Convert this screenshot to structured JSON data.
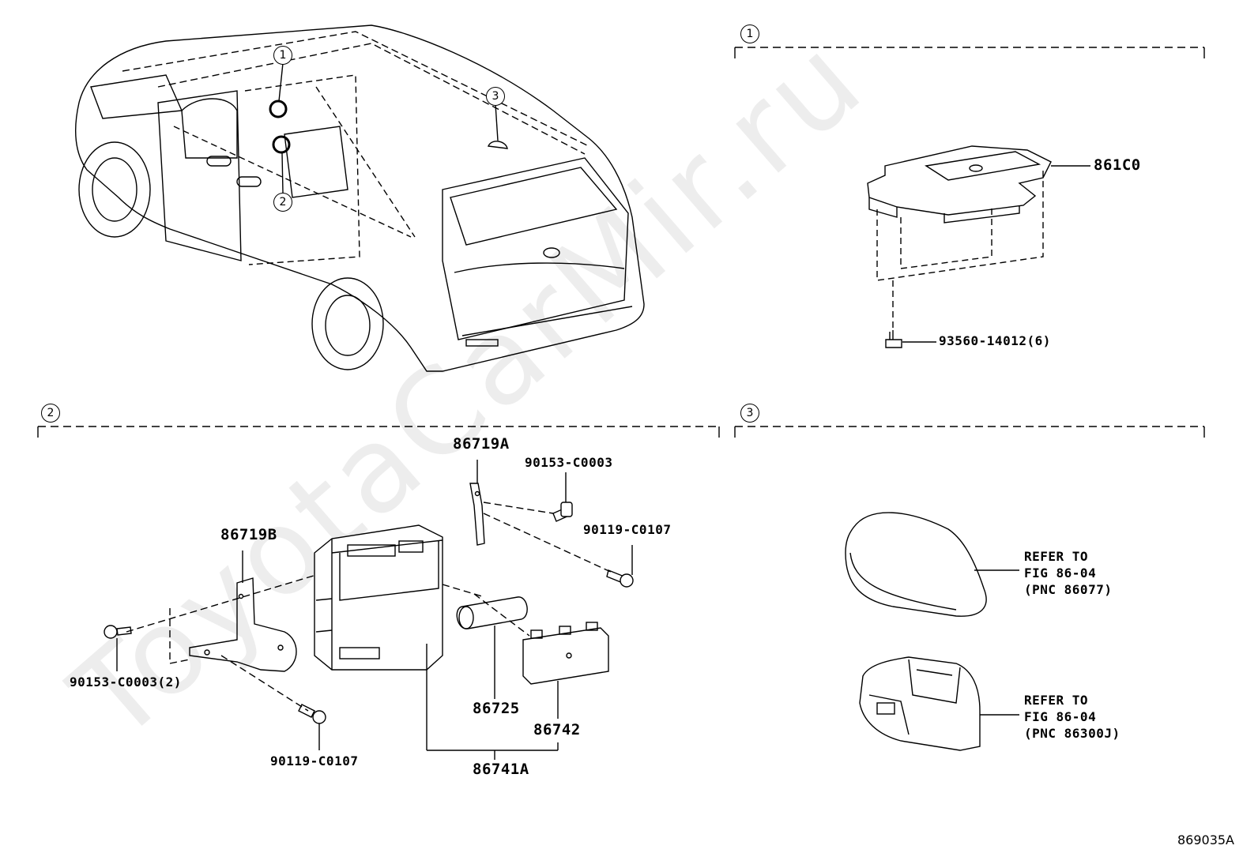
{
  "callouts": {
    "c1": "1",
    "c2": "2",
    "c3": "3"
  },
  "parts": {
    "p861C0": "861C0",
    "p93560": "93560-14012(6)",
    "p86719A": "86719A",
    "p90153_a": "90153-C0003",
    "p90119_a": "90119-C0107",
    "p86719B": "86719B",
    "p90153_b": "90153-C0003(2)",
    "p90119_b": "90119-C0107",
    "p86725": "86725",
    "p86742": "86742",
    "p86741A": "86741A"
  },
  "refers": {
    "r1": [
      "REFER TO",
      "FIG 86-04",
      "(PNC 86077)"
    ],
    "r2": [
      "REFER TO",
      "FIG 86-04",
      "(PNC 86300J)"
    ]
  },
  "watermark": "ToyotaCarMir.ru",
  "figure_number": "869035A"
}
